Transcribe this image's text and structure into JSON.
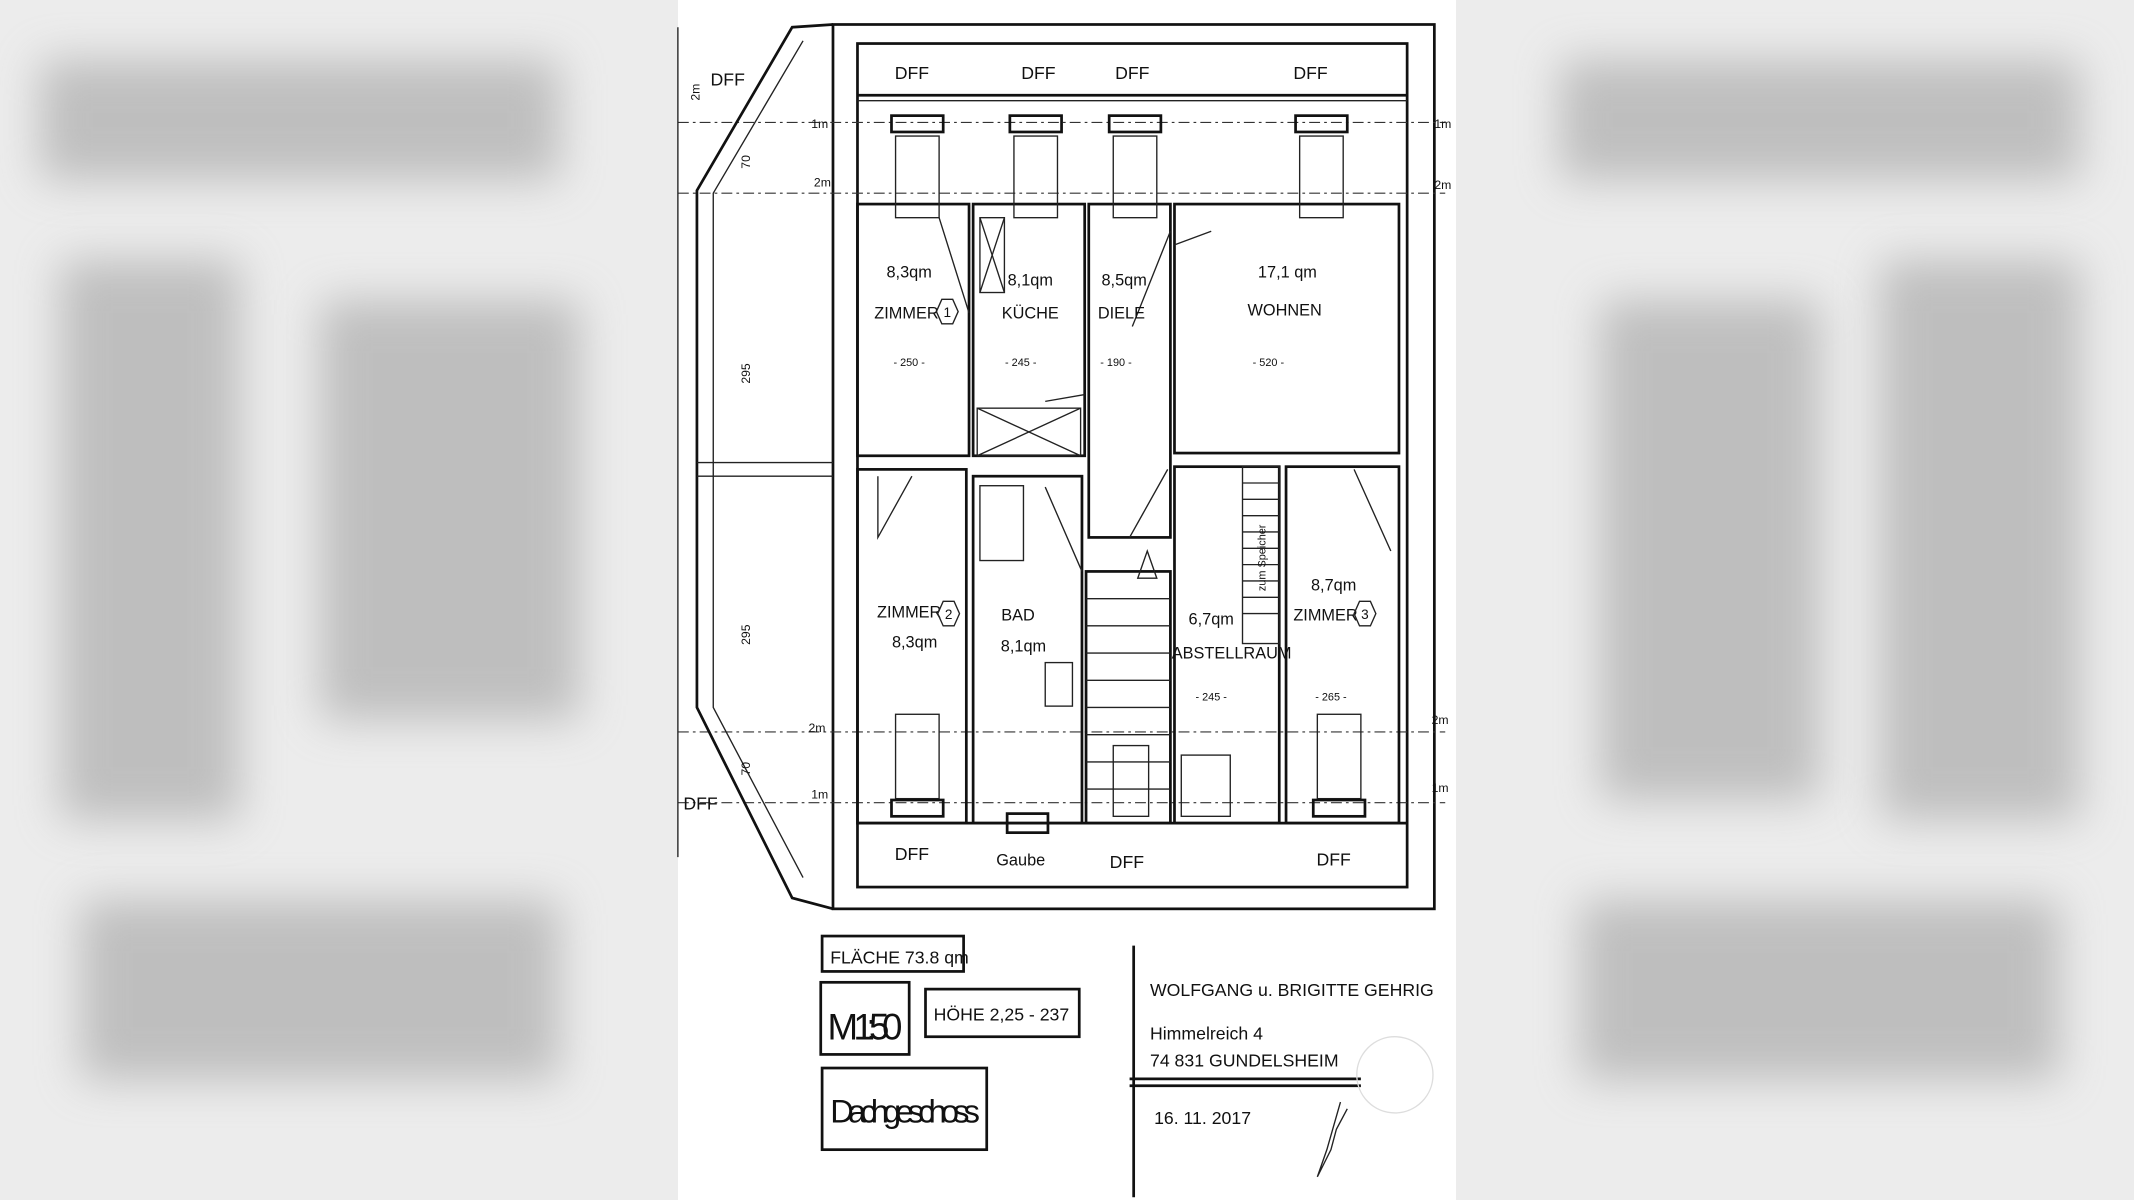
{
  "plan": {
    "dff_top": [
      "DFF",
      "DFF",
      "DFF",
      "DFF"
    ],
    "dff_left_top": "DFF",
    "dff_left_bottom": "DFF",
    "dff_bottom": [
      "DFF",
      "DFF",
      "DFF"
    ],
    "gaube": "Gaube",
    "levels": {
      "m1": "1m",
      "m2": "2m"
    },
    "left_dims": [
      "2m",
      "70",
      "295",
      "295",
      "70"
    ],
    "rooms": {
      "zimmer1": {
        "area": "8,3qm",
        "name": "ZIMMER",
        "number": "1",
        "width": "- 250 -"
      },
      "kueche": {
        "area": "8,1qm",
        "name": "KÜCHE",
        "width": "- 245 -"
      },
      "diele": {
        "area": "8,5qm",
        "name": "DIELE",
        "width": "- 190 -"
      },
      "wohnen": {
        "area": "17,1 qm",
        "name": "WOHNEN",
        "width": "- 520 -"
      },
      "zimmer2": {
        "area": "8,3qm",
        "name": "ZIMMER",
        "number": "2"
      },
      "bad": {
        "area": "8,1qm",
        "name": "BAD"
      },
      "abstellraum": {
        "area": "6,7qm",
        "name": "ABSTELLRAUM",
        "width": "- 245 -"
      },
      "zimmer3": {
        "area": "8,7qm",
        "name": "ZIMMER",
        "number": "3",
        "width": "- 265 -"
      }
    },
    "stair_label": "zum Speicher"
  },
  "title_block": {
    "flaeche": "FLÄCHE  73.8 qm",
    "scale": "M 1:50",
    "hoehe": "HÖHE 2,25 - 237",
    "floor": "Dachgeschoss",
    "owner": "WOLFGANG u. BRIGITTE  GEHRIG",
    "street": "Himmelreich 4",
    "city": "74 831  GUNDELSHEIM",
    "date": "16. 11. 2017"
  }
}
